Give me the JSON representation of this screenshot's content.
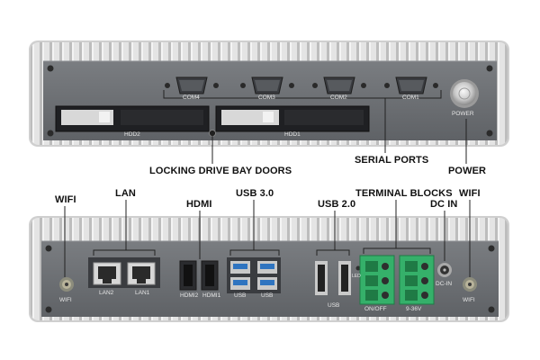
{
  "front_panel": {
    "com_labels": [
      "COM4",
      "COM3",
      "COM2",
      "COM1"
    ],
    "bay_labels": [
      "HDD2",
      "HDD1"
    ],
    "power_label": "POWER"
  },
  "rear_panel": {
    "wifi_left": "WIFI",
    "lan_labels": [
      "LAN2",
      "LAN1"
    ],
    "hdmi_labels": [
      "HDMI2",
      "HDMI1"
    ],
    "usb3_labels": [
      "USB",
      "USB"
    ],
    "usb2_label": "USB",
    "led_label": "LED",
    "terminal_labels": [
      "ON/OFF",
      "9-36V"
    ],
    "dcin_label": "DC-IN",
    "wifi_right": "WIFI"
  },
  "callouts": {
    "locking_drive_bay_doors": "LOCKING DRIVE BAY DOORS",
    "serial_ports": "SERIAL PORTS",
    "power": "POWER",
    "wifi_left": "WIFI",
    "lan": "LAN",
    "hdmi": "HDMI",
    "usb3": "USB 3.0",
    "usb2": "USB 2.0",
    "terminal_blocks": "TERMINAL BLOCKS",
    "dc_in": "DC IN",
    "wifi_right": "WIFI"
  },
  "colors": {
    "fin": "#d9d9d9",
    "fin_shadow": "#a9a9a9",
    "panel": "#6b6e72",
    "panel_dark": "#4d5054",
    "terminal_green": "#35b06a",
    "usb3_blue": "#2f74c0",
    "callout_line": "#222222"
  }
}
